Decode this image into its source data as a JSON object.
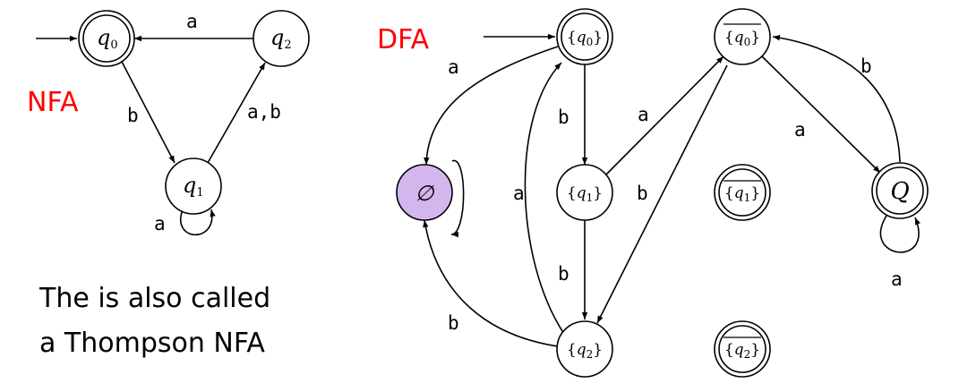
{
  "titles": {
    "nfa": "NFA",
    "dfa": "DFA"
  },
  "caption": {
    "line1": "The is also called",
    "line2": "a Thompson NFA"
  },
  "colors": {
    "title": "#ff0000",
    "empty_state_fill": "#d3b6ee"
  },
  "nfa": {
    "states": {
      "q0": "q",
      "q0_sub": "0",
      "q1": "q",
      "q1_sub": "1",
      "q2": "q",
      "q2_sub": "2"
    },
    "edges": {
      "q0_q1": "b",
      "q1_q2": "a,b",
      "q2_q0": "a",
      "q1_loop": "a"
    }
  },
  "dfa": {
    "states": {
      "s_q0": {
        "open": "{",
        "name": "q",
        "sub": "0",
        "close": "}"
      },
      "s_q1": {
        "open": "{",
        "name": "q",
        "sub": "1",
        "close": "}"
      },
      "s_q2": {
        "open": "{",
        "name": "q",
        "sub": "2",
        "close": "}"
      },
      "s_q0bar": {
        "open": "{",
        "name": "q",
        "sub": "0",
        "close": "}"
      },
      "s_q1bar": {
        "open": "{",
        "name": "q",
        "sub": "1",
        "close": "}"
      },
      "s_q2bar": {
        "open": "{",
        "name": "q",
        "sub": "2",
        "close": "}"
      },
      "empty": "∅",
      "Q": "Q"
    },
    "edges": {
      "q0_empty": "a",
      "q0_q1": "b",
      "q1_q0bar": "a",
      "q1_q2": "b",
      "q2_q0": "a",
      "q2_empty": "b",
      "q0bar_q2": "b",
      "q0bar_Q": "a",
      "Q_q0bar": "b",
      "Q_loop": "a"
    }
  }
}
